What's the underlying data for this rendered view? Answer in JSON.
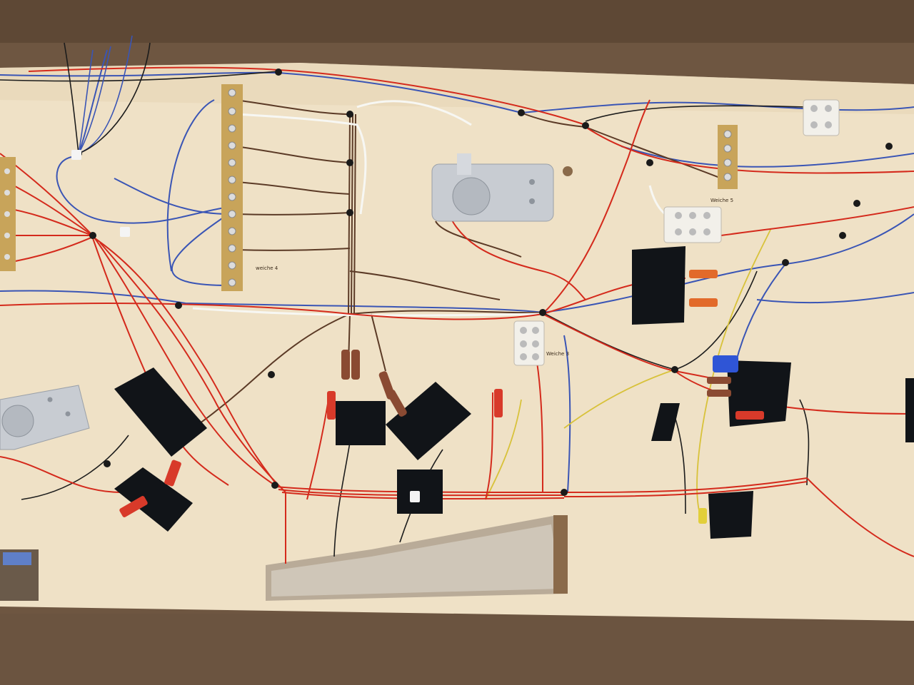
{
  "scene": {
    "description_name": "underside-of-model-railway-baseboard-wiring",
    "colors": {
      "frame": "#6e5641",
      "frame_dark": "#4a3828",
      "board": "#efe1c6",
      "board_shadow": "#d9c7a6",
      "wire_red": "#d42a1c",
      "wire_blue": "#3a55b5",
      "wire_brown": "#5b3a26",
      "wire_white": "#f4f4f0",
      "wire_black": "#1c1c1c",
      "wire_yellow": "#d8c23a",
      "tape": "#111418",
      "terminal_block": "#f2f0ea",
      "motor_grey": "#c8ccd2",
      "connector_red": "#d83a2a",
      "connector_orange": "#e26a2a",
      "connector_blue": "#2f55d6",
      "resistor_brown": "#8a4a32",
      "brass": "#c8a45a"
    },
    "handwritten_labels": [
      "weiche 4",
      "Weiche 5",
      "Weiche 3"
    ]
  }
}
